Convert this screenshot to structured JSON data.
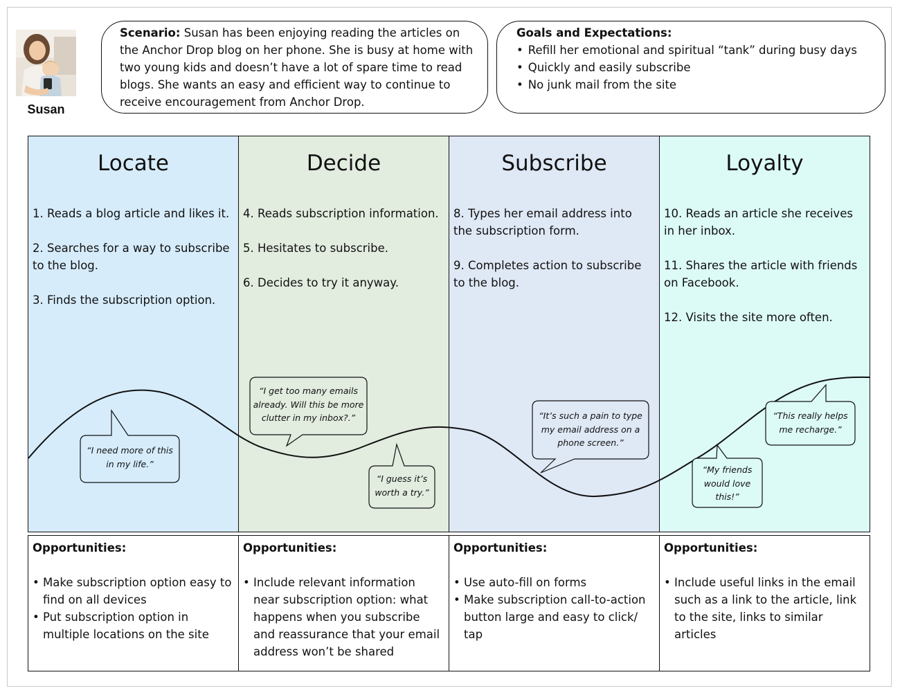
{
  "persona": {
    "name": "Susan",
    "avatar_icon": "mother-with-baby-photo"
  },
  "scenario": {
    "label": "Scenario:",
    "text": "Susan has been enjoying reading the articles on the Anchor Drop blog on her phone. She is busy at home with two young kids and doesn’t have a lot of spare time to read blogs. She wants an easy and efficient way to continue to receive encouragement from Anchor Drop."
  },
  "goals": {
    "title": "Goals and Expectations:",
    "items": [
      "Refill her emotional and spiritual “tank” during busy days",
      "Quickly and easily subscribe",
      "No junk mail from the site"
    ]
  },
  "phases": [
    {
      "title": "Locate",
      "color": "#d6ecfb",
      "steps": [
        "1. Reads a blog article and likes it.",
        "2. Searches for a way to subscribe to the blog.",
        "3. Finds the subscription option."
      ],
      "quotes": [
        "“I need more of this in my life.”"
      ],
      "opportunities_title": "Opportunities:",
      "opportunities": [
        "Make subscription option easy to find on all devices",
        "Put subscription option in multiple locations on the site"
      ]
    },
    {
      "title": "Decide",
      "color": "#e2ecdf",
      "steps": [
        "4. Reads subscription information.",
        "5. Hesitates to subscribe.",
        "6. Decides to try it anyway."
      ],
      "quotes": [
        "“I get too many emails already. Will this be more clutter in my inbox?.”",
        "“I guess it’s worth a try.”"
      ],
      "opportunities_title": "Opportunities:",
      "opportunities": [
        "Include relevant information near subscription option: what happens when you subscribe and reassurance that your email address won’t be shared"
      ]
    },
    {
      "title": "Subscribe",
      "color": "#dfe8f5",
      "steps": [
        "8. Types her email address into the subscription form.",
        "9. Completes action to subscribe to the blog."
      ],
      "quotes": [
        "“It’s such a pain to type my email address on a phone screen.”"
      ],
      "opportunities_title": "Opportunities:",
      "opportunities": [
        "Use auto-fill on forms",
        "Make subscription call-to-action button large and easy to click/ tap"
      ]
    },
    {
      "title": "Loyalty",
      "color": "#dcfaf6",
      "steps": [
        "10. Reads an article she receives in her inbox.",
        "11. Shares the article with friends on Facebook.",
        "12. Visits the site more often."
      ],
      "quotes": [
        "“My friends would love this!”",
        "“This really helps me recharge.”"
      ],
      "opportunities_title": "Opportunities:",
      "opportunities": [
        "Include useful links in the email such as a link to the article, link to the site, links to similar articles"
      ]
    }
  ]
}
